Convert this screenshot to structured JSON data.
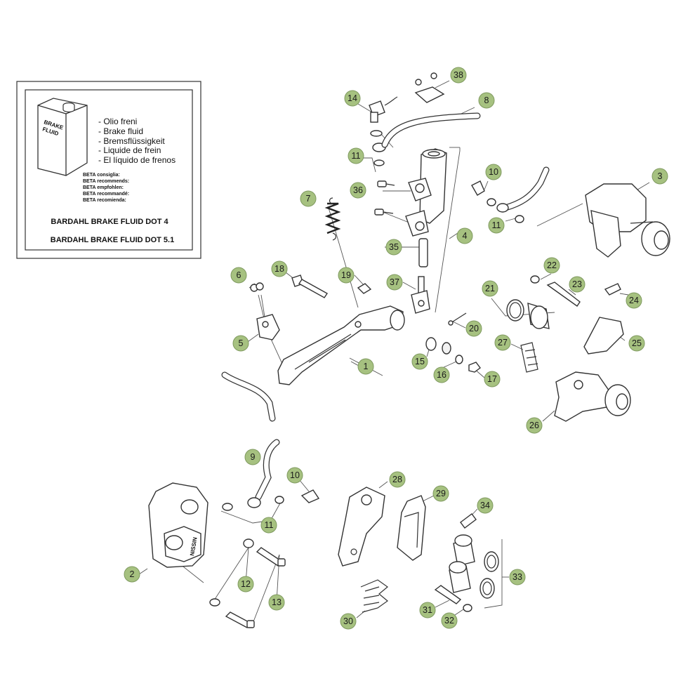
{
  "fluid_box": {
    "bottle_label": [
      "BRAKE",
      "FLUID"
    ],
    "languages": [
      "- Olio freni",
      "- Brake fluid",
      "- Bremsflüssigkeit",
      "- Liquide de frein",
      "- El líquido de frenos"
    ],
    "recommends": [
      "BETA consiglia:",
      "BETA recommends:",
      "BETA empfohlen:",
      "BETA recommandé:",
      "BETA recomienda:"
    ],
    "product_1": "BARDAHL BRAKE FLUID DOT 4",
    "product_2": "BARDAHL BRAKE FLUID DOT 5.1"
  },
  "caliper_brand": "NISSIN",
  "callouts": [
    "1",
    "2",
    "3",
    "4",
    "5",
    "6",
    "7",
    "8",
    "9",
    "10",
    "10",
    "11",
    "11",
    "11",
    "12",
    "13",
    "14",
    "15",
    "16",
    "17",
    "18",
    "19",
    "20",
    "21",
    "22",
    "23",
    "24",
    "25",
    "26",
    "27",
    "28",
    "29",
    "30",
    "31",
    "32",
    "33",
    "34",
    "35",
    "36",
    "37",
    "38"
  ],
  "colors": {
    "callout_fill": "#a6c180",
    "line": "#333333",
    "background": "#ffffff"
  }
}
